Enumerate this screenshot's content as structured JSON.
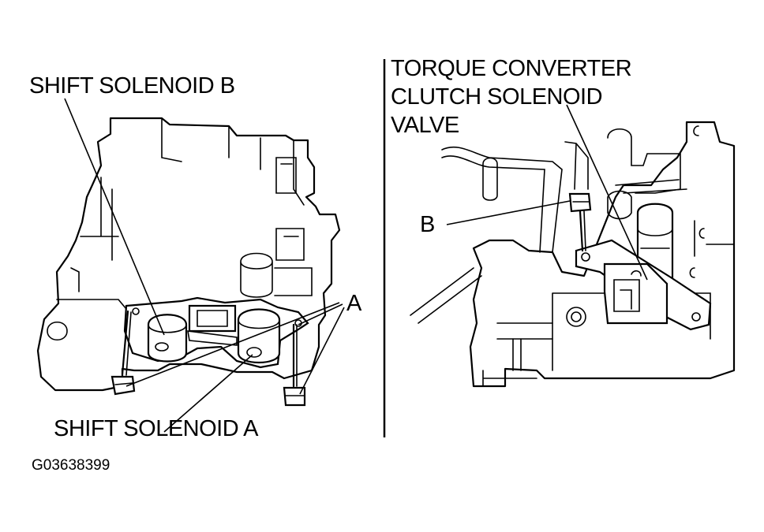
{
  "labels": {
    "shift_solenoid_b": "SHIFT SOLENOID B",
    "shift_solenoid_a": "SHIFT SOLENOID A",
    "callout_a": "A",
    "tcc_line1": "TORQUE CONVERTER",
    "tcc_line2": "CLUTCH SOLENOID",
    "tcc_line3": "VALVE",
    "callout_b": "B",
    "figure_code": "G03638399"
  }
}
